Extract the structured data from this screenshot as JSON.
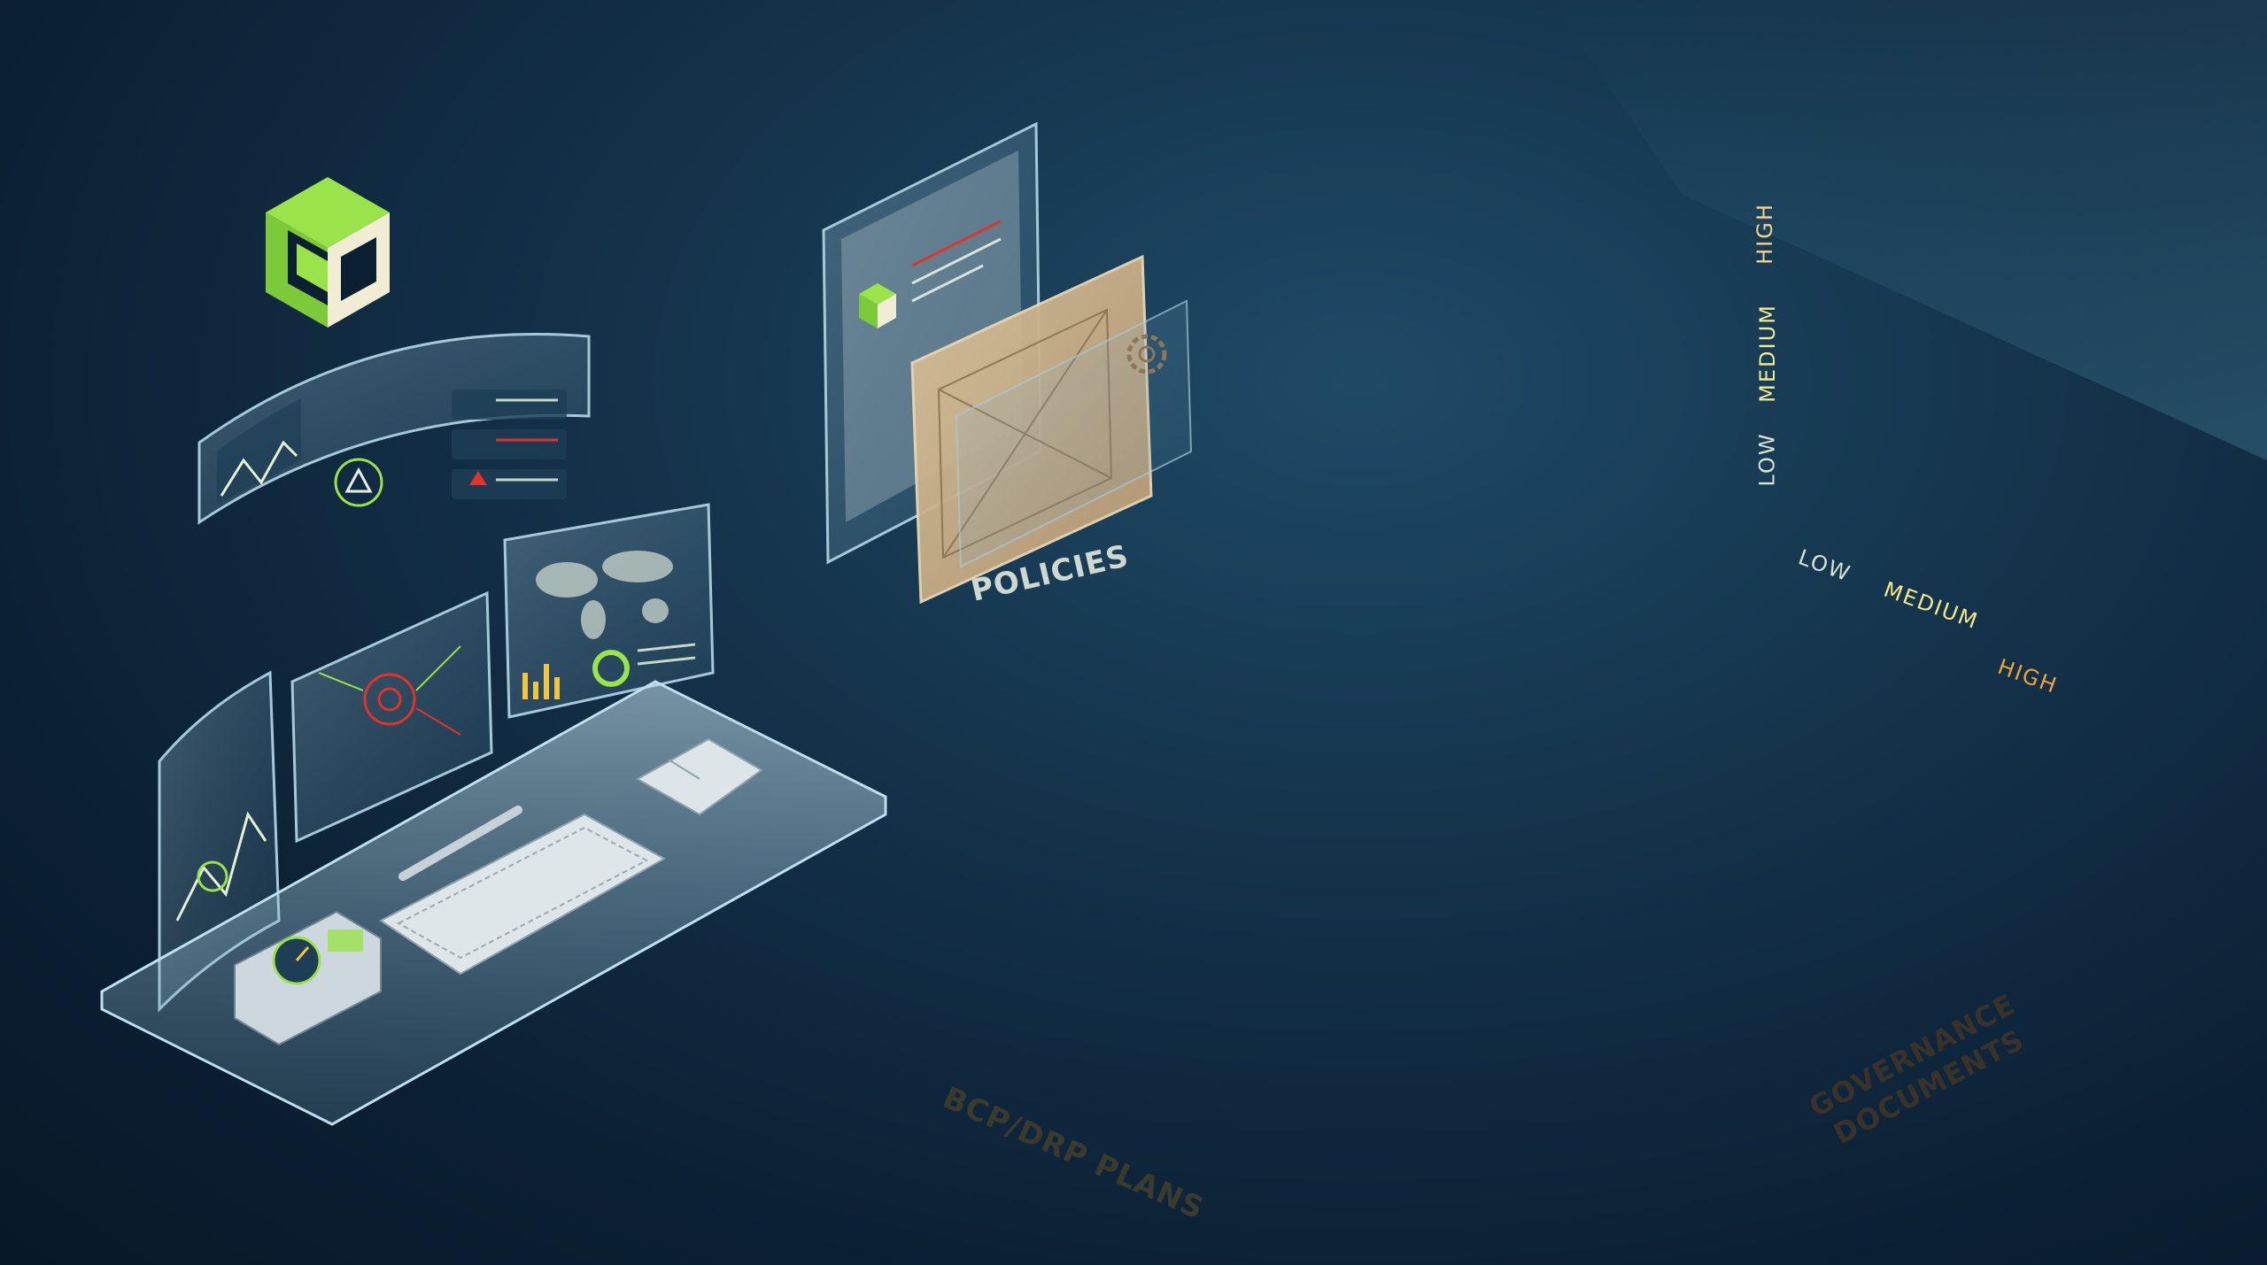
{
  "labels": {
    "policies": "POLICIES",
    "bcp_drp": "BCP/DRP PLANS",
    "governance_line1": "GOVERNANCE",
    "governance_line2": "DOCUMENTS"
  },
  "risk_matrix": {
    "bottom_axis": [
      "LOW",
      "MEDIUM",
      "HIGH"
    ],
    "left_axis": [
      "LOW",
      "MEDIUM",
      "HIGH"
    ]
  },
  "colors": {
    "background": "#0b1f33",
    "accent_green": "#9be34a",
    "risk_low": "#6cbf45",
    "risk_medium": "#f2c53d",
    "risk_high": "#e0332a",
    "folder_tan": "#c9ad86",
    "folder_rust": "#b8604a"
  },
  "icons": [
    "logo-cube-icon",
    "shield-icon",
    "warning-icon",
    "gear-icon",
    "checkmark-icon",
    "world-map-icon",
    "gauge-icon"
  ]
}
